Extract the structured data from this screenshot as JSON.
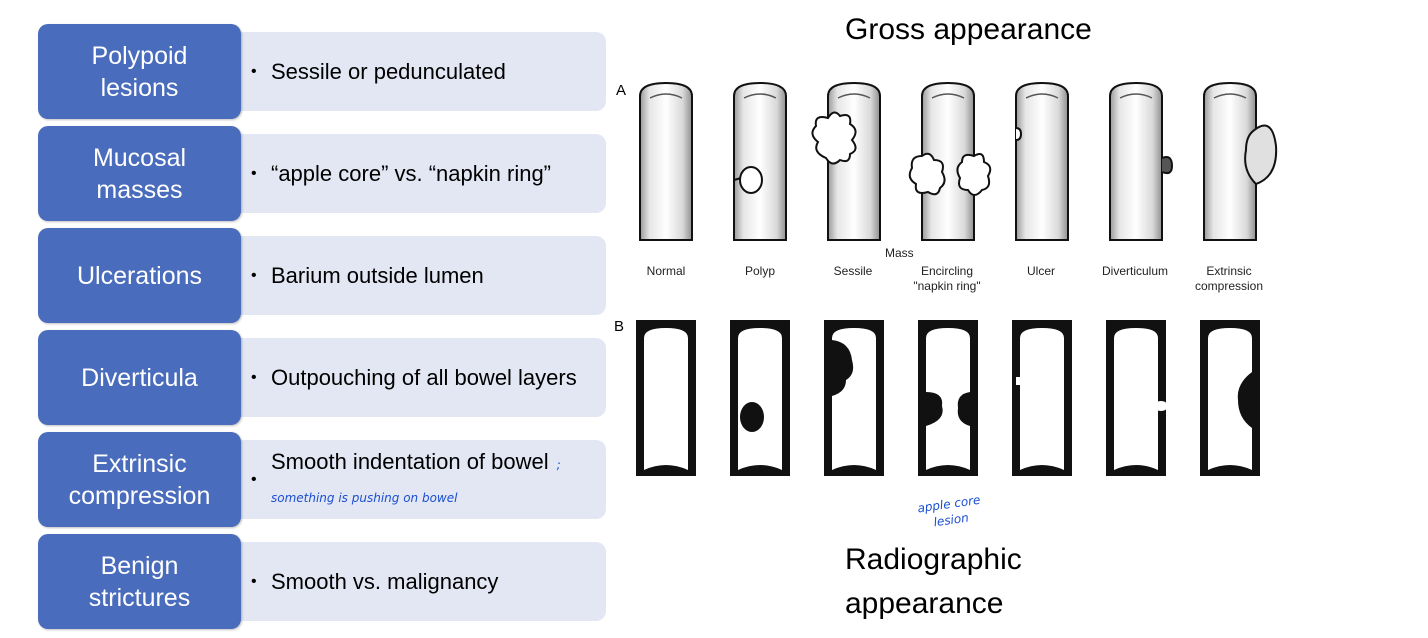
{
  "rows": [
    {
      "label_lines": [
        "Polypoid",
        "lesions"
      ],
      "description": "Sessile or pedunculated",
      "note": ""
    },
    {
      "label_lines": [
        "Mucosal",
        "masses"
      ],
      "description": "“apple core” vs. “napkin ring”",
      "note": ""
    },
    {
      "label_lines": [
        "Ulcerations"
      ],
      "description": "Barium outside lumen",
      "note": ""
    },
    {
      "label_lines": [
        "Diverticula"
      ],
      "description": "Outpouching of all bowel layers",
      "note": ""
    },
    {
      "label_lines": [
        "Extrinsic",
        "compression"
      ],
      "description": "Smooth indentation of bowel",
      "note": "; something is pushing on bowel"
    },
    {
      "label_lines": [
        "Benign",
        "strictures"
      ],
      "description": "Smooth vs. malignancy",
      "note": ""
    }
  ],
  "bullet_symbol": "•",
  "figure": {
    "gross_title": "Gross appearance",
    "radio_title": "Radiographic appearance",
    "row_a_letter": "A",
    "row_b_letter": "B",
    "mass_label": "Mass",
    "columns": [
      {
        "label": "Normal",
        "label2": ""
      },
      {
        "label": "Polyp",
        "label2": ""
      },
      {
        "label": "Sessile",
        "label2": ""
      },
      {
        "label": "Encircling",
        "label2": "\"napkin ring\""
      },
      {
        "label": "Ulcer",
        "label2": ""
      },
      {
        "label": "Diverticulum",
        "label2": ""
      },
      {
        "label": "Extrinsic",
        "label2": "compression"
      }
    ],
    "handwritten_note": "apple core lesion"
  },
  "colors": {
    "label_fill": "#4a6cbc",
    "description_fill": "#e3e7f3",
    "handwriting": "#1a4fd1"
  }
}
